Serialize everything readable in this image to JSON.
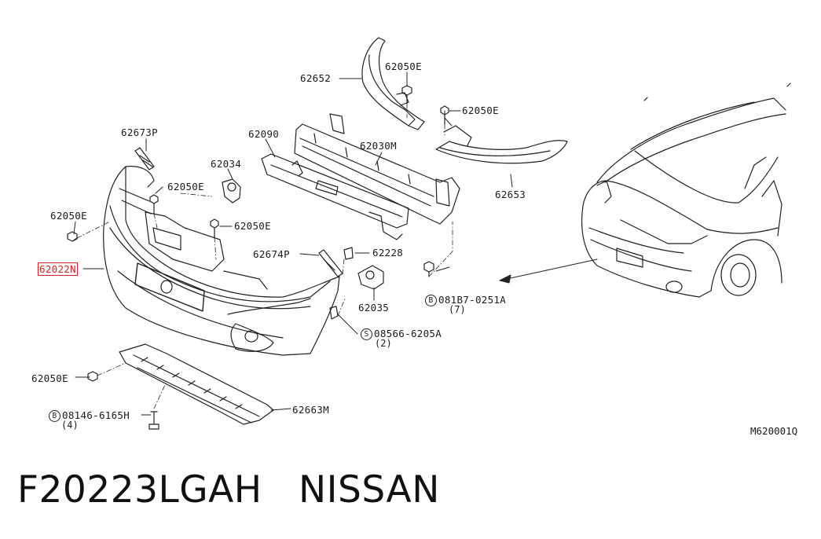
{
  "diagram": {
    "labels": {
      "p62652": "62652",
      "p62050E_top": "62050E",
      "p62050E_right": "62050E",
      "p62673P": "62673P",
      "p62090": "62090",
      "p62030M": "62030M",
      "p62034": "62034",
      "p62050E_a": "62050E",
      "p62050E_left": "62050E",
      "p62050E_b": "62050E",
      "p62022N": "62022N",
      "p62674P": "62674P",
      "p62228": "62228",
      "p62035": "62035",
      "p62653": "62653",
      "p081B7": "081B7-0251A",
      "p081B7_qty": "(7)",
      "p08566": "08566-6205A",
      "p08566_qty": "(2)",
      "p62050E_bottom": "62050E",
      "p62663M": "62663M",
      "p08146": "08146-6165H",
      "p08146_qty": "(4)"
    },
    "symbols": {
      "bolt_B": "B",
      "screw_S": "S"
    },
    "diagram_code": "M620001Q",
    "highlight_color": "#e02020"
  },
  "caption": {
    "part_number": "F20223LGAH",
    "brand": "NISSAN"
  }
}
